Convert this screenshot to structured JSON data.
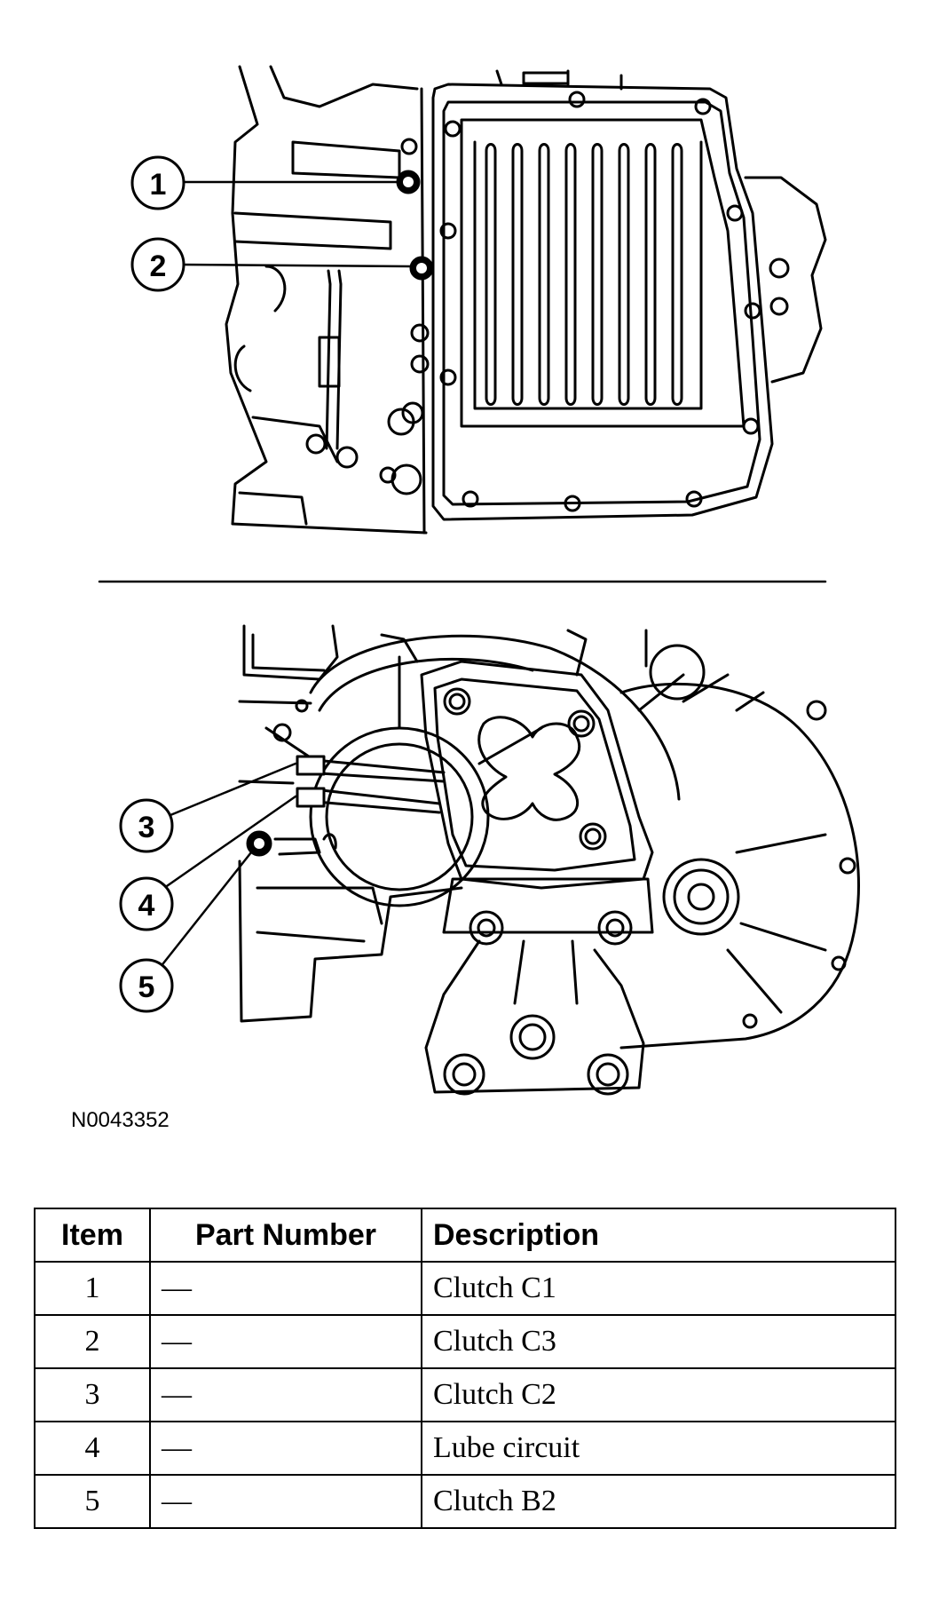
{
  "figure": {
    "id": "N0043352",
    "callouts": [
      "1",
      "2",
      "3",
      "4",
      "5"
    ]
  },
  "table": {
    "headers": {
      "item": "Item",
      "part_number": "Part Number",
      "description": "Description"
    },
    "rows": [
      {
        "item": "1",
        "part_number": "—",
        "description": "Clutch C1"
      },
      {
        "item": "2",
        "part_number": "—",
        "description": "Clutch C3"
      },
      {
        "item": "3",
        "part_number": "—",
        "description": "Clutch C2"
      },
      {
        "item": "4",
        "part_number": "—",
        "description": "Lube circuit"
      },
      {
        "item": "5",
        "part_number": "—",
        "description": "Clutch B2"
      }
    ]
  }
}
